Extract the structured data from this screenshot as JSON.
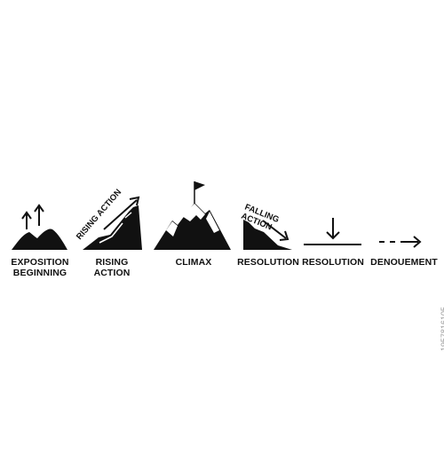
{
  "stages": [
    {
      "label_lines": [
        "EXPOSITION",
        "BEGINNING"
      ],
      "icon": "hills-up-arrows-icon"
    },
    {
      "label_lines": [
        "RISING",
        "ACTION"
      ],
      "icon": "rising-slope-icon",
      "inline_text": "RISING ACTION"
    },
    {
      "label_lines": [
        "CLIMAX"
      ],
      "icon": "mountain-flag-icon"
    },
    {
      "label_lines": [
        "RESOLUTION"
      ],
      "icon": "falling-slope-icon",
      "inline_text": [
        "FALLING",
        "ACTION"
      ]
    },
    {
      "label_lines": [
        "RESOLUTION"
      ],
      "icon": "down-arrow-line-icon"
    },
    {
      "label_lines": [
        "DENOUEMENT"
      ],
      "icon": "dashed-arrow-icon"
    }
  ],
  "watermark": "1957816105",
  "colors": {
    "ink": "#111111",
    "background": "#ffffff"
  }
}
